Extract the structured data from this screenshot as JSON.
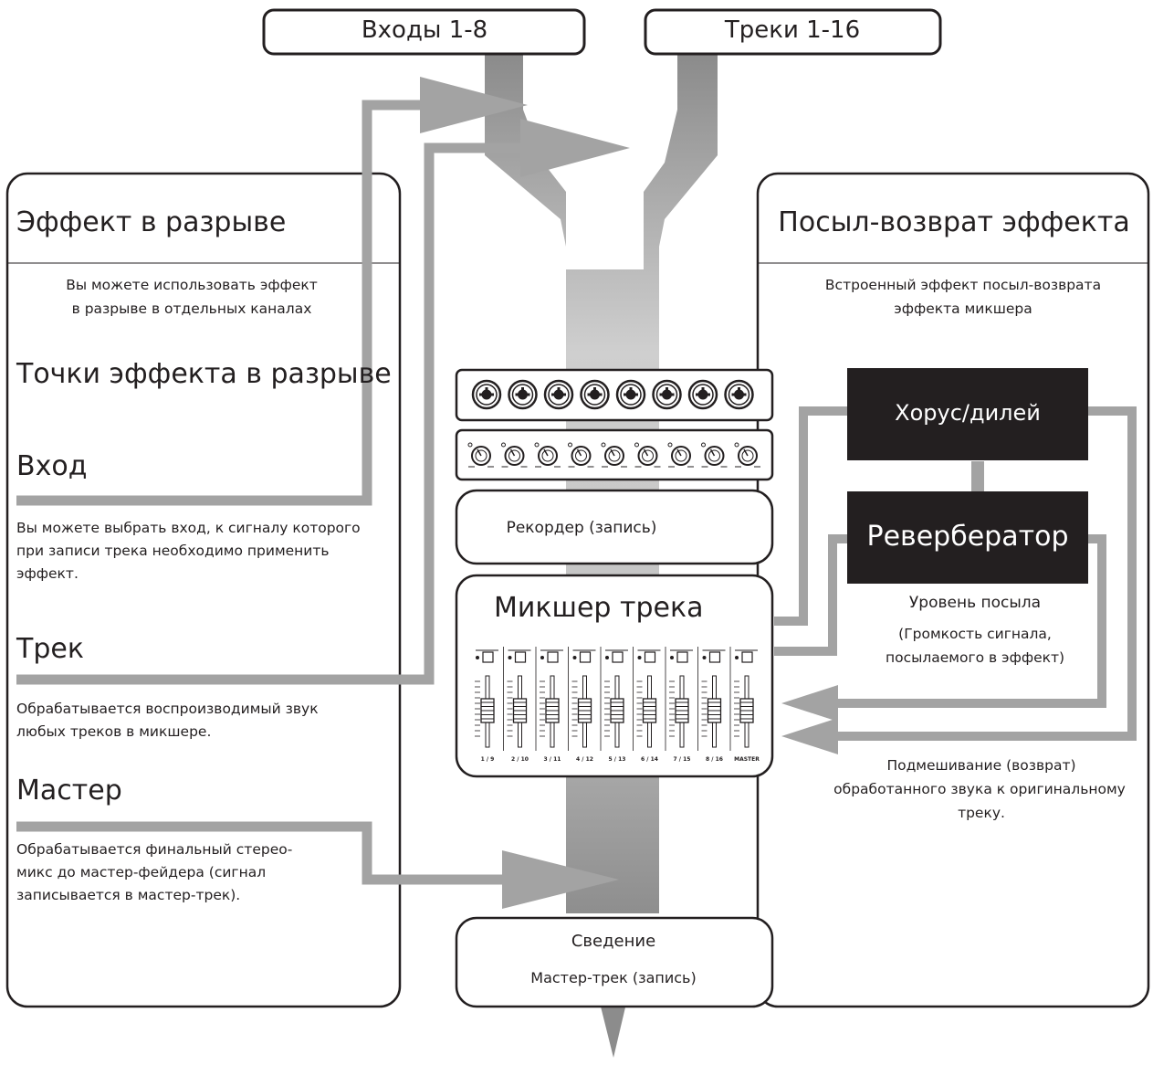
{
  "top_boxes": {
    "inputs": "Входы 1-8",
    "tracks": "Треки 1-16"
  },
  "left_panel": {
    "title": "Эффект в разрыве",
    "description_line1": "Вы можете использовать эффект",
    "description_line2": "в разрыве в отдельных каналах",
    "subtitle": "Точки эффекта в разрыве",
    "input": {
      "heading": "Вход",
      "text_line1": "Вы можете выбрать вход, к сигналу которого",
      "text_line2": "при записи трека необходимо применить",
      "text_line3": "эффект."
    },
    "track": {
      "heading": "Трек",
      "text_line1": "Обрабатывается воспроизводимый звук",
      "text_line2": "любых треков в микшере."
    },
    "master": {
      "heading": "Мастер",
      "text_line1": "Обрабатывается финальный стерео-",
      "text_line2": "микс до мастер-фейдера (сигнал",
      "text_line3": "записывается в мастер-трек)."
    }
  },
  "right_panel": {
    "title": "Посыл-возврат эффекта",
    "description_line1": "Встроенный эффект посыл-возврата",
    "description_line2": "эффекта микшера",
    "chorus_delay": "Хорус/дилей",
    "reverb": "Ревербератор",
    "send_level": "Уровень посыла",
    "send_level_note_line1": "(Громкость сигнала,",
    "send_level_note_line2": "посылаемого в эффект)",
    "return_line1": "Подмешивание (возврат)",
    "return_line2": "обработанного звука к оригинальному",
    "return_line3": "треку."
  },
  "center": {
    "recorder": "Рекордер (запись)",
    "track_mixer": "Микшер трека",
    "mixdown": "Сведение",
    "master_track": "Мастер-трек (запись)",
    "channel_labels": [
      "1 / 9",
      "2 / 10",
      "3 / 11",
      "4 / 12",
      "5 / 13",
      "6 / 14",
      "7 / 15",
      "8 / 16",
      "MASTER"
    ]
  },
  "colors": {
    "gray_flow": "#8c8c8c",
    "light_flow": "#c8c8c8",
    "arrow_gray": "#a3a3a3",
    "dark_box": "#231f20",
    "outline": "#231f20"
  }
}
